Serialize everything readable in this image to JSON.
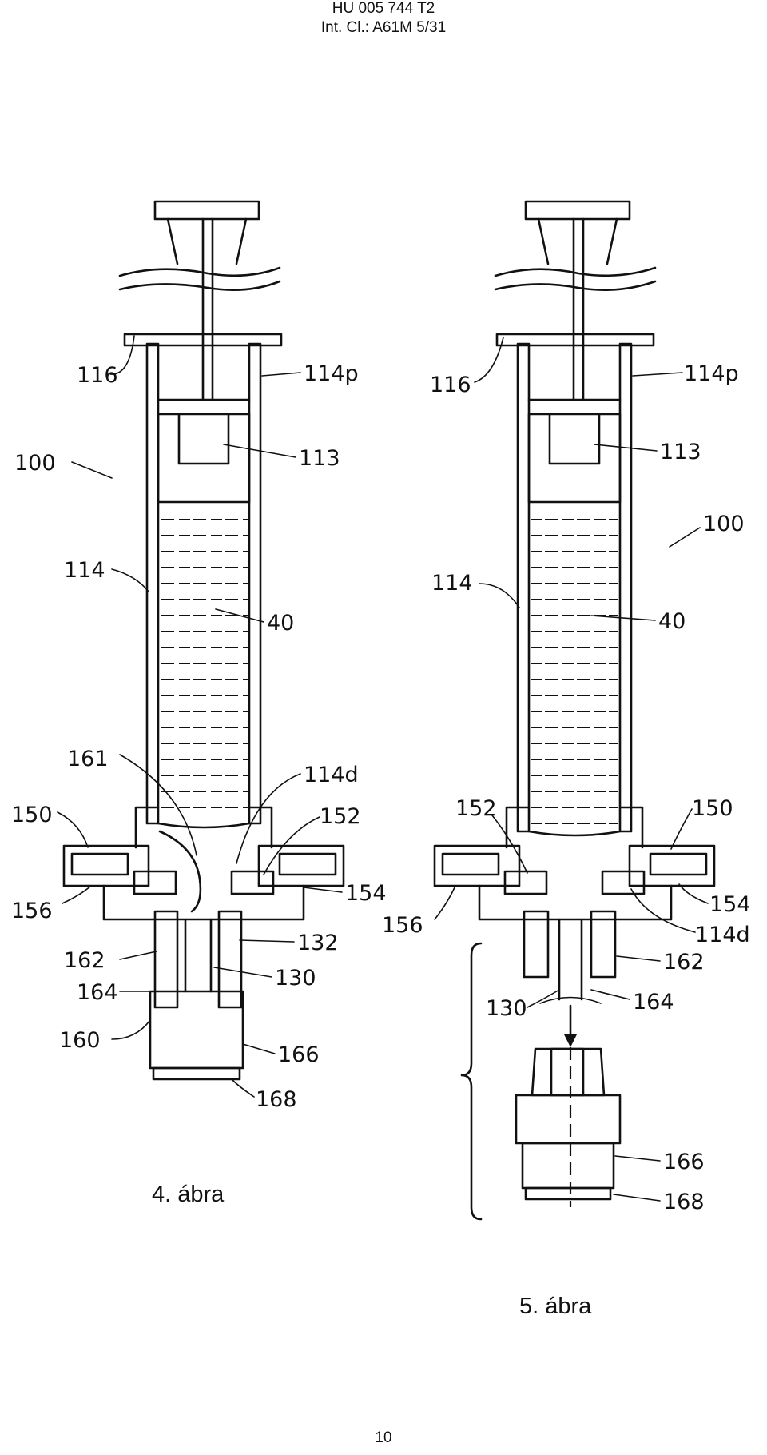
{
  "header": {
    "line1": "HU 005 744 T2",
    "line2": "Int. Cl.: A61M 5/31"
  },
  "figures": [
    {
      "caption": "4. ábra",
      "labels": {
        "l100": "100",
        "l116": "116",
        "l114p": "114p",
        "l113": "113",
        "l114": "114",
        "l40": "40",
        "l161": "161",
        "l114d": "114d",
        "l150": "150",
        "l152": "152",
        "l154": "154",
        "l156": "156",
        "l162": "162",
        "l132": "132",
        "l164": "164",
        "l130": "130",
        "l160": "160",
        "l166": "166",
        "l168": "168"
      }
    },
    {
      "caption": "5. ábra",
      "labels": {
        "l116": "116",
        "l114p": "114p",
        "l113": "113",
        "l100": "100",
        "l114": "114",
        "l40": "40",
        "l152": "152",
        "l150": "150",
        "l156": "156",
        "l154": "154",
        "l114d": "114d",
        "l162": "162",
        "l130": "130",
        "l164": "164",
        "l166": "166",
        "l168": "168"
      }
    }
  ],
  "page_number": "10"
}
